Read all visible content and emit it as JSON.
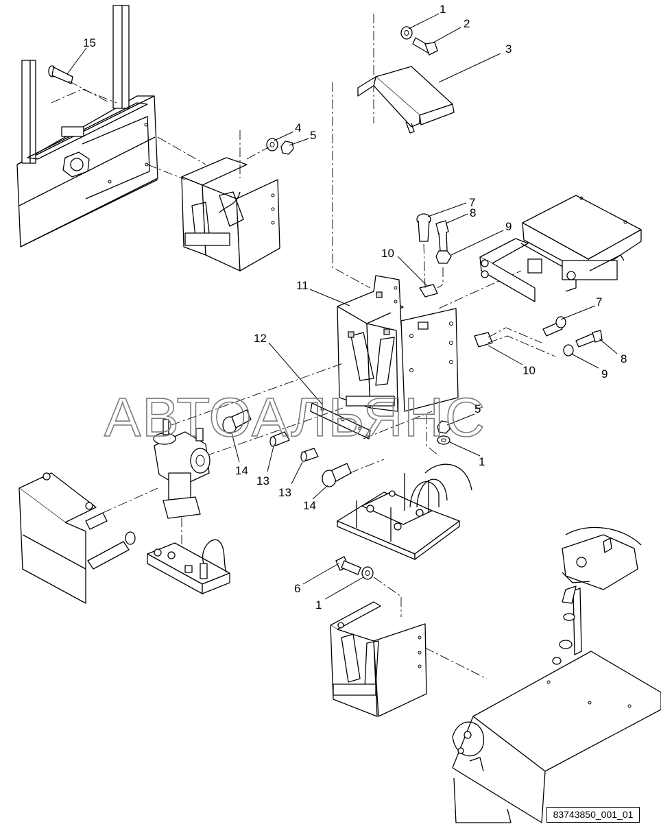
{
  "drawing": {
    "watermark": "АВТОАЛЬЯНС",
    "reference_number": "83743850_001_01",
    "callouts": [
      "1",
      "2",
      "3",
      "4",
      "5",
      "7",
      "8",
      "9",
      "10",
      "11",
      "12",
      "5",
      "1",
      "7",
      "10",
      "9",
      "8",
      "14",
      "13",
      "13",
      "14",
      "6",
      "1",
      "15"
    ]
  }
}
